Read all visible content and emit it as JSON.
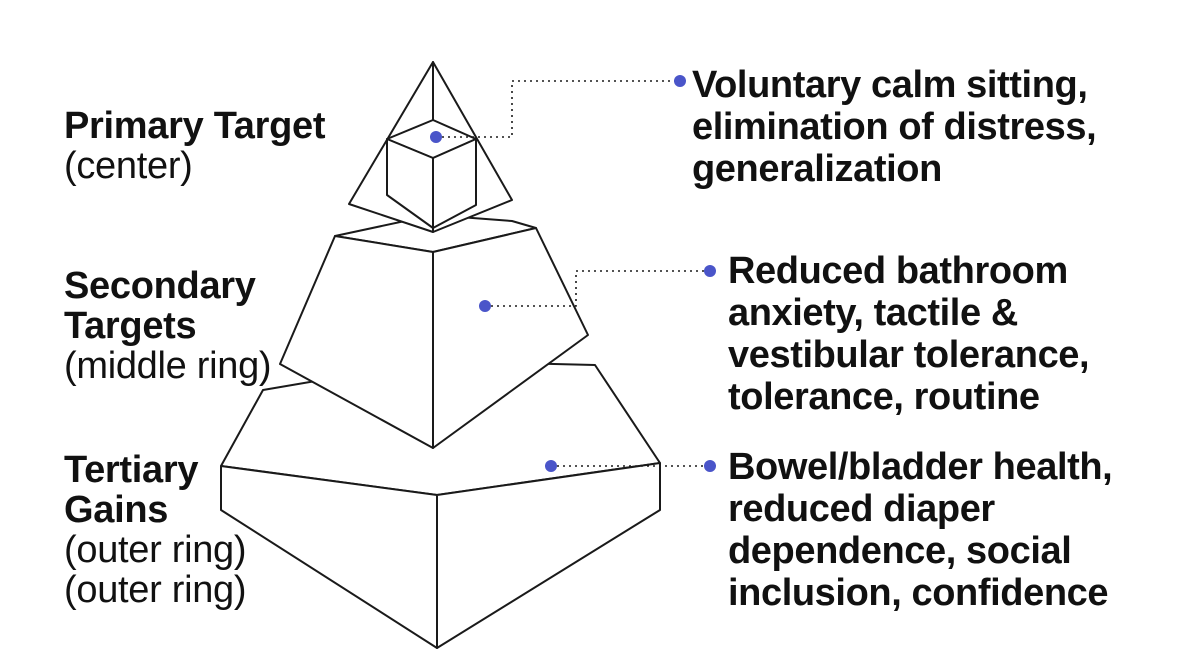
{
  "colors": {
    "line": "#1a1a1a",
    "dot": "#4a55c9",
    "text": "#111111",
    "background": "#ffffff"
  },
  "levels": [
    {
      "id": "primary",
      "label_lines": [
        "Primary Target"
      ],
      "sub_lines": [
        "(center)"
      ],
      "description_lines": [
        "Voluntary calm sitting,",
        "elimination of distress,",
        "generalization"
      ]
    },
    {
      "id": "secondary",
      "label_lines": [
        "Secondary",
        "Targets"
      ],
      "sub_lines": [
        "(middle ring)"
      ],
      "description_lines": [
        "Reduced bathroom",
        "anxiety, tactile &",
        "vestibular tolerance,",
        "tolerance, routine"
      ]
    },
    {
      "id": "tertiary",
      "label_lines": [
        "Tertiary",
        "Gains"
      ],
      "sub_lines": [
        "(outer ring)",
        "(outer ring)"
      ],
      "description_lines": [
        "Bowel/bladder health,",
        "reduced diaper",
        "dependence, social",
        "inclusion, confidence"
      ]
    }
  ]
}
